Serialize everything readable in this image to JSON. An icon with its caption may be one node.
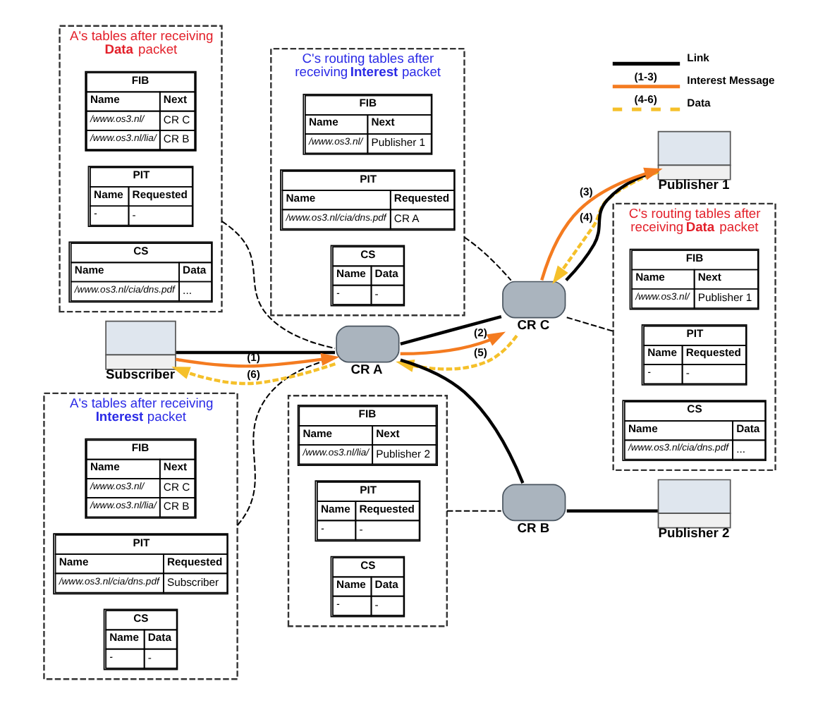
{
  "diagram": {
    "nodes": [
      {
        "text": [
          "C's routing tables after receiving **Interest** packet"
        ]
      },
      {
        "text": [
          "FIB",
          "Name",
          "Next",
          "/www.os3.nl/",
          "Publisher 1"
        ],
        "in": 0
      },
      {
        "text": [
          "PIT",
          "Name",
          "Requested",
          "/www.os3.nl/cia/dns.pdf",
          "CR A"
        ],
        "in": 0
      },
      {
        "text": [
          "CS",
          "Name",
          "Data",
          "-",
          "-"
        ],
        "in": 0
      },
      {
        "text": [
          "C's routing tables after receiving **Data** packet"
        ]
      },
      {
        "text": [
          "FIB",
          "Name",
          "Next",
          "/www.os3.nl/",
          "Publisher 1"
        ],
        "in": 4
      },
      {
        "text": [
          "PIT",
          "Name",
          "Requested",
          "-",
          "-"
        ],
        "in": 4
      },
      {
        "text": [
          "CS",
          "Name",
          "Data",
          "/www.os3.nl/cia/dns.pdf",
          "..."
        ],
        "in": 4
      },
      {
        "text": [
          "A's tables after receiving **Data** packet"
        ]
      },
      {
        "text": [
          "FIB",
          "Name",
          "Next",
          "/www.os3.nl/",
          "CR C",
          "/www.os3.nl/lia/",
          "CR B"
        ],
        "in": 8
      },
      {
        "text": [
          "PIT",
          "Name",
          "Requested",
          "-",
          "-"
        ],
        "in": 8
      },
      {
        "text": [
          "CS",
          "Name",
          "Data",
          "/www.os3.nl/cia/dns.pdf",
          "..."
        ],
        "in": 8
      },
      {
        "text": [
          "A's tables after receiving **Interest** packet"
        ]
      },
      {
        "text": [
          "FIB",
          "Name",
          "Next",
          "/www.os3.nl/",
          "CR C",
          "/www.os3.nl/lia/",
          "CR B"
        ],
        "in": 12
      },
      {
        "text": [
          "PIT",
          "Name",
          "Requested",
          "/www.os3.nl/cia/dns.pdf",
          "Subscriber"
        ],
        "in": 12
      },
      {
        "text": [
          "CS",
          "Name",
          "Data",
          "-",
          "-"
        ],
        "in": 12
      },
      {
        "text": [
          "Publisher 1"
        ]
      },
      {
        "text": [
          "CR C"
        ]
      },
      {
        "text": [],
        "shape": "box"
      },
      {
        "text": [
          "FIB",
          "Name",
          "Next",
          "/www.os3.nl/lia/",
          "Publisher 2"
        ],
        "in": 18
      },
      {
        "text": [
          "PIT",
          "Name",
          "Requested",
          "-",
          "-"
        ],
        "in": 18
      },
      {
        "text": [
          "CS",
          "Name",
          "Data",
          "-",
          "-"
        ],
        "in": 18
      },
      {
        "text": [
          "CR A"
        ]
      },
      {
        "text": [
          "CR B"
        ]
      },
      {
        "text": [
          "Subscriber"
        ]
      },
      {
        "text": [
          "Publisher 2"
        ]
      }
    ],
    "edges": [
      {
        "from": 24,
        "to": 22,
        "arrow": "none"
      },
      {
        "from": 22,
        "to": 17,
        "arrow": "none"
      },
      {
        "from": 17,
        "to": 16,
        "arrow": "none"
      },
      {
        "from": 22,
        "to": 23,
        "arrow": "none"
      },
      {
        "from": 23,
        "to": 25,
        "arrow": "none"
      },
      {
        "from": 24,
        "to": 22,
        "arrow": "to",
        "label": "(1)",
        "color": "#f47b20"
      },
      {
        "from": 22,
        "to": 17,
        "arrow": "to",
        "label": "(2)",
        "color": "#f47b20"
      },
      {
        "from": 17,
        "to": 16,
        "arrow": "to",
        "label": "(3)",
        "color": "#f47b20"
      },
      {
        "from": 16,
        "to": 17,
        "arrow": "to",
        "label": "(4)",
        "style": "dashed",
        "color": "#f5c02a"
      },
      {
        "from": 17,
        "to": 22,
        "arrow": "to",
        "label": "(5)",
        "style": "dashed",
        "color": "#f5c02a"
      },
      {
        "from": 22,
        "to": 24,
        "arrow": "to",
        "label": "(6)",
        "style": "dashed",
        "color": "#f5c02a"
      },
      {
        "from": 12,
        "to": 22,
        "arrow": "none",
        "style": "dashed"
      },
      {
        "from": 8,
        "to": 22,
        "arrow": "none",
        "style": "dashed"
      },
      {
        "from": 0,
        "to": 17,
        "arrow": "none",
        "style": "dashed"
      },
      {
        "from": 17,
        "to": 4,
        "arrow": "none",
        "style": "dashed"
      },
      {
        "from": 18,
        "to": 23,
        "arrow": "none",
        "style": "dashed"
      }
    ],
    "labels": [
      "(1-3)",
      "(4-6)"
    ],
    "legend": [
      {
        "text": "Link"
      },
      {
        "text": "Interest Message"
      },
      {
        "text": "Data"
      }
    ]
  }
}
